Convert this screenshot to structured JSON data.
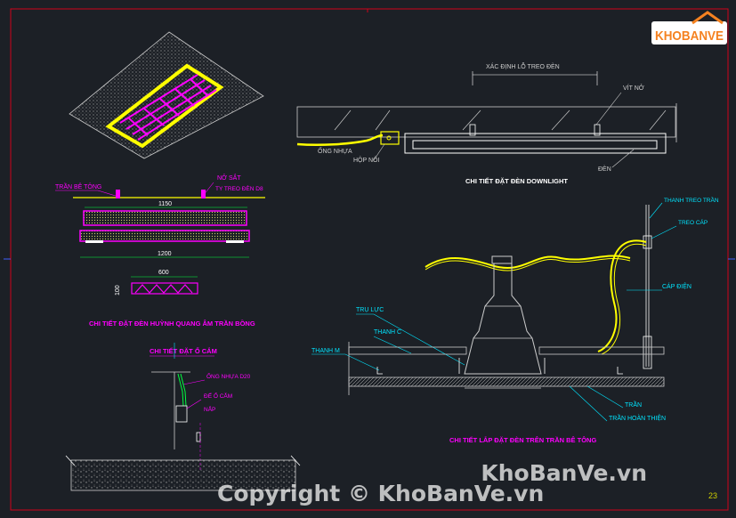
{
  "logo": {
    "text": "KHOBANVE",
    "top_color": "#f58220",
    "text_color": "#f58220"
  },
  "watermark": {
    "right": "KhoBanVe.vn",
    "copyright": "Copyright © KhoBanVe.vn"
  },
  "page_number": "23",
  "colors": {
    "bg": "#1c2026",
    "frame": "#d0021b",
    "white": "#e6e6e6",
    "yellow": "#ffff00",
    "magenta": "#ff00ff",
    "cyan": "#00e5ff",
    "green": "#00ff40"
  },
  "sections": {
    "fluorescent": {
      "title": "CHI TIẾT ĐẶT ĐÈN HUỲNH QUANG ÂM TRẦN BỒNG",
      "lbl_ceiling": "TRẦN BÊ TÔNG",
      "lbl_iron": "NỞ SẮT",
      "lbl_rod": "TY TREO ĐÈN D8",
      "dim_1150": "1150",
      "dim_1200": "1200",
      "dim_600": "600",
      "dim_100": "100"
    },
    "downlight": {
      "title": "CHI TIẾT ĐẶT ĐÈN DOWNLIGHT",
      "lbl_position": "XÁC ĐỊNH LỖ TREO ĐÈN",
      "lbl_anchor": "VÍT NỞ",
      "lbl_conduit": "ỐNG NHỰA",
      "lbl_box": "HỘP NỐI",
      "lbl_lamp": "ĐÈN"
    },
    "socket": {
      "title": "CHI TIẾT ĐẶT Ổ CẮM",
      "lbl_pipe": "ỐNG NHỰA D20",
      "lbl_socket": "ĐẾ Ổ CẮM",
      "lbl_cover": "NẮP"
    },
    "ceiling_mount": {
      "title": "CHI TIẾT LẮP ĐẶT ĐÈN TRÊN TRẦN BÊ TÔNG",
      "lbl_hanger": "THANH TREO TRẦN",
      "lbl_cable_hook": "TREO CÁP",
      "lbl_cable": "CÁP ĐIỆN",
      "lbl_support": "TRỤ LỰC",
      "lbl_bar_c": "THANH C",
      "lbl_bar_m": "THANH M",
      "lbl_ceiling": "TRẦN",
      "lbl_finish": "TRẦN HOÀN THIỆN"
    }
  }
}
